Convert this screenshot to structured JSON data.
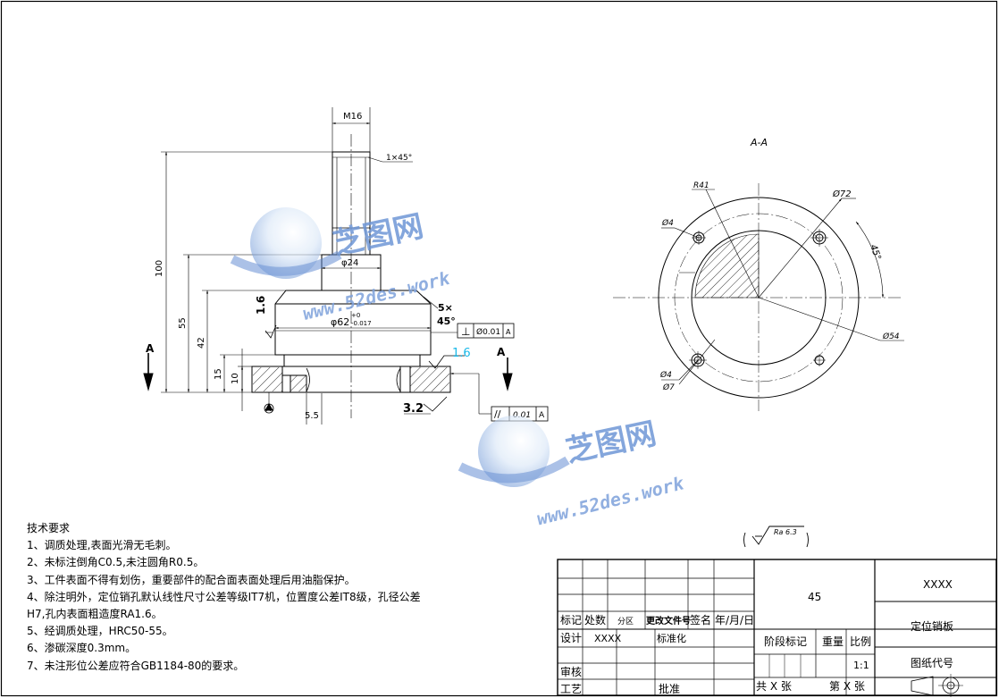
{
  "front_view": {
    "thread": "M16",
    "chamfer_top": "1×45°",
    "dim_total": "100",
    "dim_55": "55",
    "dim_42": "42",
    "dim_15": "15",
    "dim_10": "10",
    "dim_5_5": "5.5",
    "dia_24": "φ24",
    "dia_62": "φ62",
    "tol_upper": "+0",
    "tol_lower": "-0.017",
    "chamfer_side_1": "5×",
    "chamfer_side_2": "45°",
    "rough_left": "1.6",
    "rough_right": "1.6",
    "rough_bottom": "3.2",
    "section_mark": "A",
    "datum": "A",
    "fcf_perp_sym": "⊥",
    "fcf_perp_tol": "Ø0.01",
    "fcf_perp_datum": "A",
    "fcf_par_sym": "//",
    "fcf_par_tol": "0.01",
    "fcf_par_datum": "A"
  },
  "section_view": {
    "title": "A-A",
    "r41": "R41",
    "d72": "Ø72",
    "d4_top": "Ø4",
    "d4_bottom": "Ø4",
    "d7": "Ø7",
    "angle": "45°",
    "d54": "Ø54"
  },
  "watermark": {
    "brand": "芝图网",
    "url": "www.52des.work"
  },
  "roughness_general": "Ra 6.3",
  "tech_requirements": {
    "title": "技术要求",
    "items": [
      "1、调质处理,表面光滑无毛刺。",
      "2、未标注倒角C0.5,未注圆角R0.5。",
      "3、工件表面不得有划伤，重要部件的配合面表面处理后用油脂保护。",
      "4、除注明外，定位销孔默认线性尺寸公差等级IT7机，位置度公差IT8级，孔径公差",
      "H7,孔内表面粗造度RA1.6。",
      "5、经调质处理，HRC50-55。",
      "6、渗碳深度0.3mm。",
      "7、未注形位公差应符合GB1184-80的要求。"
    ]
  },
  "title_block": {
    "material": "45",
    "company": "XXXX",
    "part_name": "定位销板",
    "drawing_no_label": "图纸代号",
    "col_mark": "标记",
    "col_count": "处数",
    "col_zone": "分区",
    "col_change_doc": "更改文件号",
    "col_sign": "签名",
    "col_date": "年/月/日",
    "designer_label": "设计",
    "designer_name": "XXXX",
    "standardize_label": "标准化",
    "stage_label": "阶段标记",
    "weight_label": "重量",
    "scale_label": "比例",
    "scale_value": "1:1",
    "review_label": "审核",
    "process_label": "工艺",
    "approve_label": "批准",
    "sheets_total": "共 X 张",
    "sheet_no": "第 X 张"
  }
}
